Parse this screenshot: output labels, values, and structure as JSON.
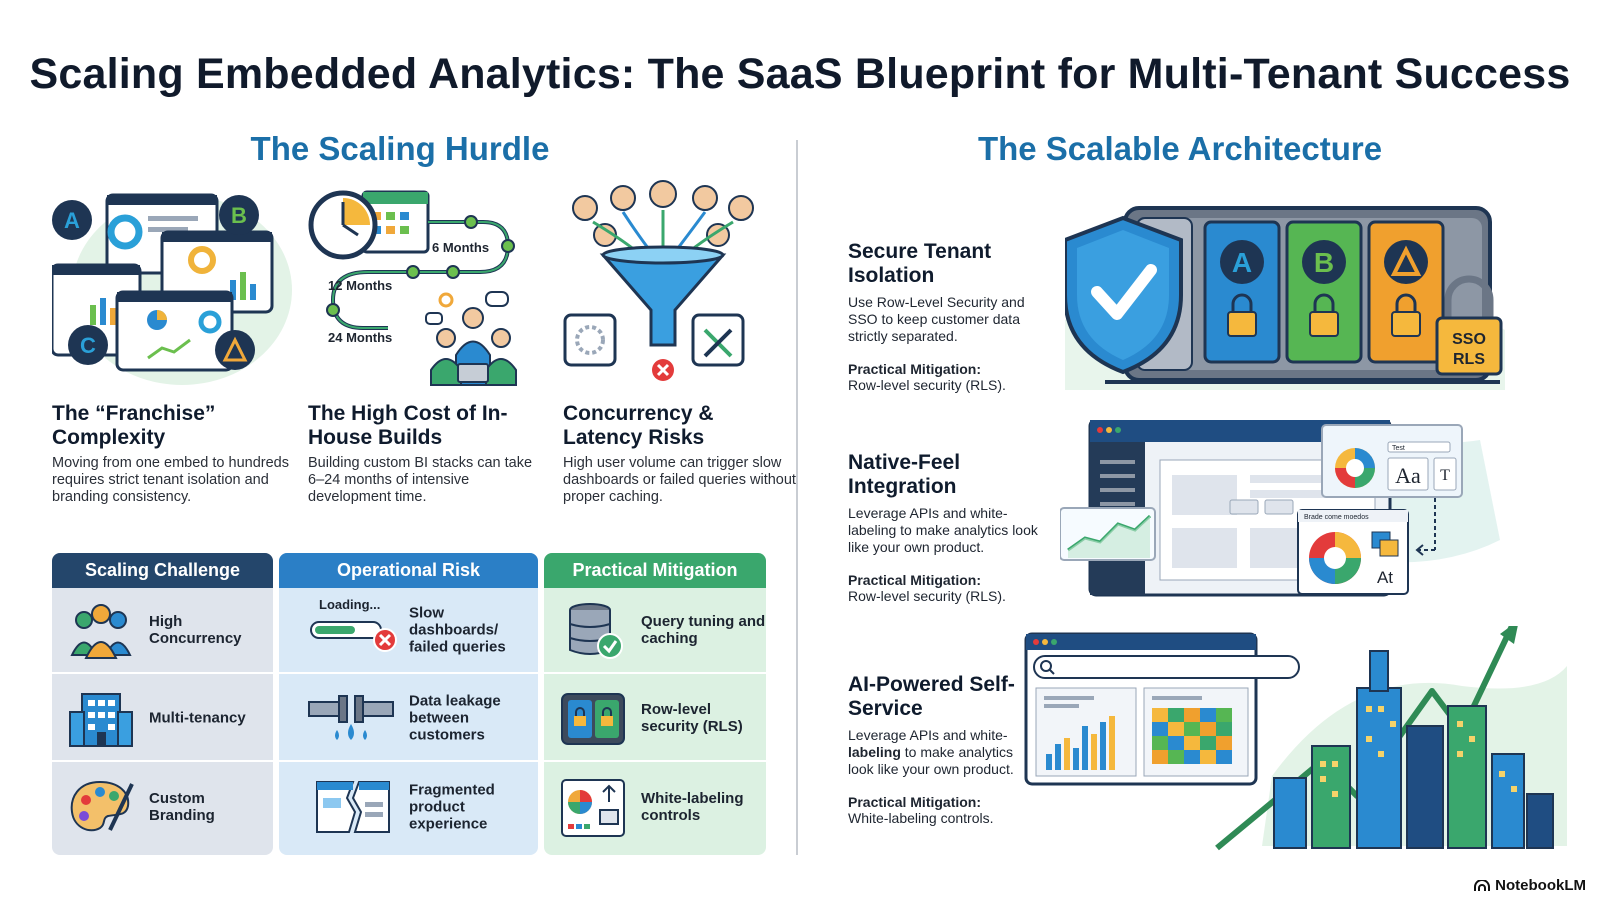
{
  "title": "Scaling Embedded Analytics: The SaaS Blueprint for Multi-Tenant Success",
  "left_heading": "The Scaling Hurdle",
  "right_heading": "The Scalable Architecture",
  "hurdles": [
    {
      "title": "The “Franchise” Complexity",
      "desc": "Moving from one embed to hundreds requires strict tenant isolation and branding consistency."
    },
    {
      "title": "The High Cost of In-House Builds",
      "desc": "Building custom BI stacks can take 6–24 months of intensive development time.",
      "timeline": [
        "6 Months",
        "12 Months",
        "24 Months"
      ]
    },
    {
      "title": "Concurrency & Latency Risks",
      "desc": "High user volume can trigger slow dashboards or failed queries without proper caching."
    }
  ],
  "tenant_badges": [
    "A",
    "B",
    "C"
  ],
  "table": {
    "headers": [
      "Scaling Challenge",
      "Operational Risk",
      "Practical Mitigation"
    ],
    "header_colors": [
      "#24466b",
      "#2b7fc6",
      "#3aa76d"
    ],
    "rows": [
      {
        "challenge": "High Concurrency",
        "risk": "Slow dashboards/ failed queries",
        "mitigation": "Query tuning and caching"
      },
      {
        "challenge": "Multi-tenancy",
        "risk": "Data leakage between customers",
        "mitigation": "Row-level security (RLS)"
      },
      {
        "challenge": "Custom Branding",
        "risk": "Fragmented product experience",
        "mitigation": "White-labeling controls"
      }
    ],
    "loading_label": "Loading..."
  },
  "architecture": [
    {
      "title": "Secure Tenant Isolation",
      "desc": "Use Row-Level Security and SSO to keep customer data strictly separated.",
      "mitigation_label": "Practical Mitigation:",
      "mitigation": "Row-level security (RLS)."
    },
    {
      "title": "Native-Feel Integration",
      "desc": "Leverage APIs and white-labeling to make analytics look like your own product.",
      "mitigation_label": "Practical Mitigation:",
      "mitigation": "Row-level security (RLS)."
    },
    {
      "title": "AI-Powered Self-Service",
      "desc_parts": [
        "Leverage APIs and white-",
        "labeling",
        " to make analytics look like your own product."
      ],
      "mitigation_label": "Practical Mitigation:",
      "mitigation": "White-labeling controls."
    }
  ],
  "vault_lock_label": [
    "SSO",
    "RLS"
  ],
  "ui_mock": {
    "font_label": "Aa",
    "small_t": "T",
    "text_tag": "Test",
    "at_label": "At",
    "brand_caption": "Brade come moedos"
  },
  "footer": "NotebookLM",
  "colors": {
    "heading_blue": "#1b6fa8",
    "challenge_bg": "#dfe4ec",
    "risk_bg": "#d9e9f7",
    "mitigation_bg": "#dcf1e2"
  }
}
